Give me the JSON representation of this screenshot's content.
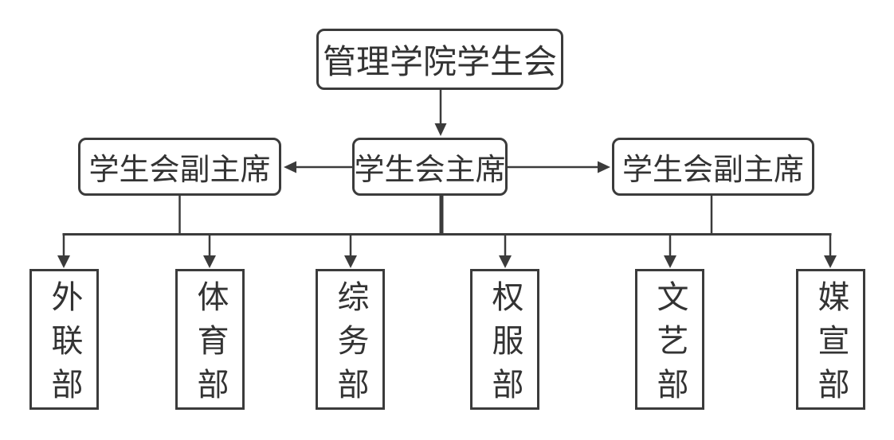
{
  "org_chart": {
    "root": {
      "label": "管理学院学生会"
    },
    "president": {
      "label": "学生会主席"
    },
    "vice_left": {
      "label": "学生会副主席"
    },
    "vice_right": {
      "label": "学生会副主席"
    },
    "departments": [
      {
        "label": "外联部"
      },
      {
        "label": "体育部"
      },
      {
        "label": "综务部"
      },
      {
        "label": "权服部"
      },
      {
        "label": "文艺部"
      },
      {
        "label": "媒宣部"
      }
    ],
    "colors": {
      "line": "#3b3b3b",
      "text": "#333333",
      "background": "#ffffff"
    }
  }
}
